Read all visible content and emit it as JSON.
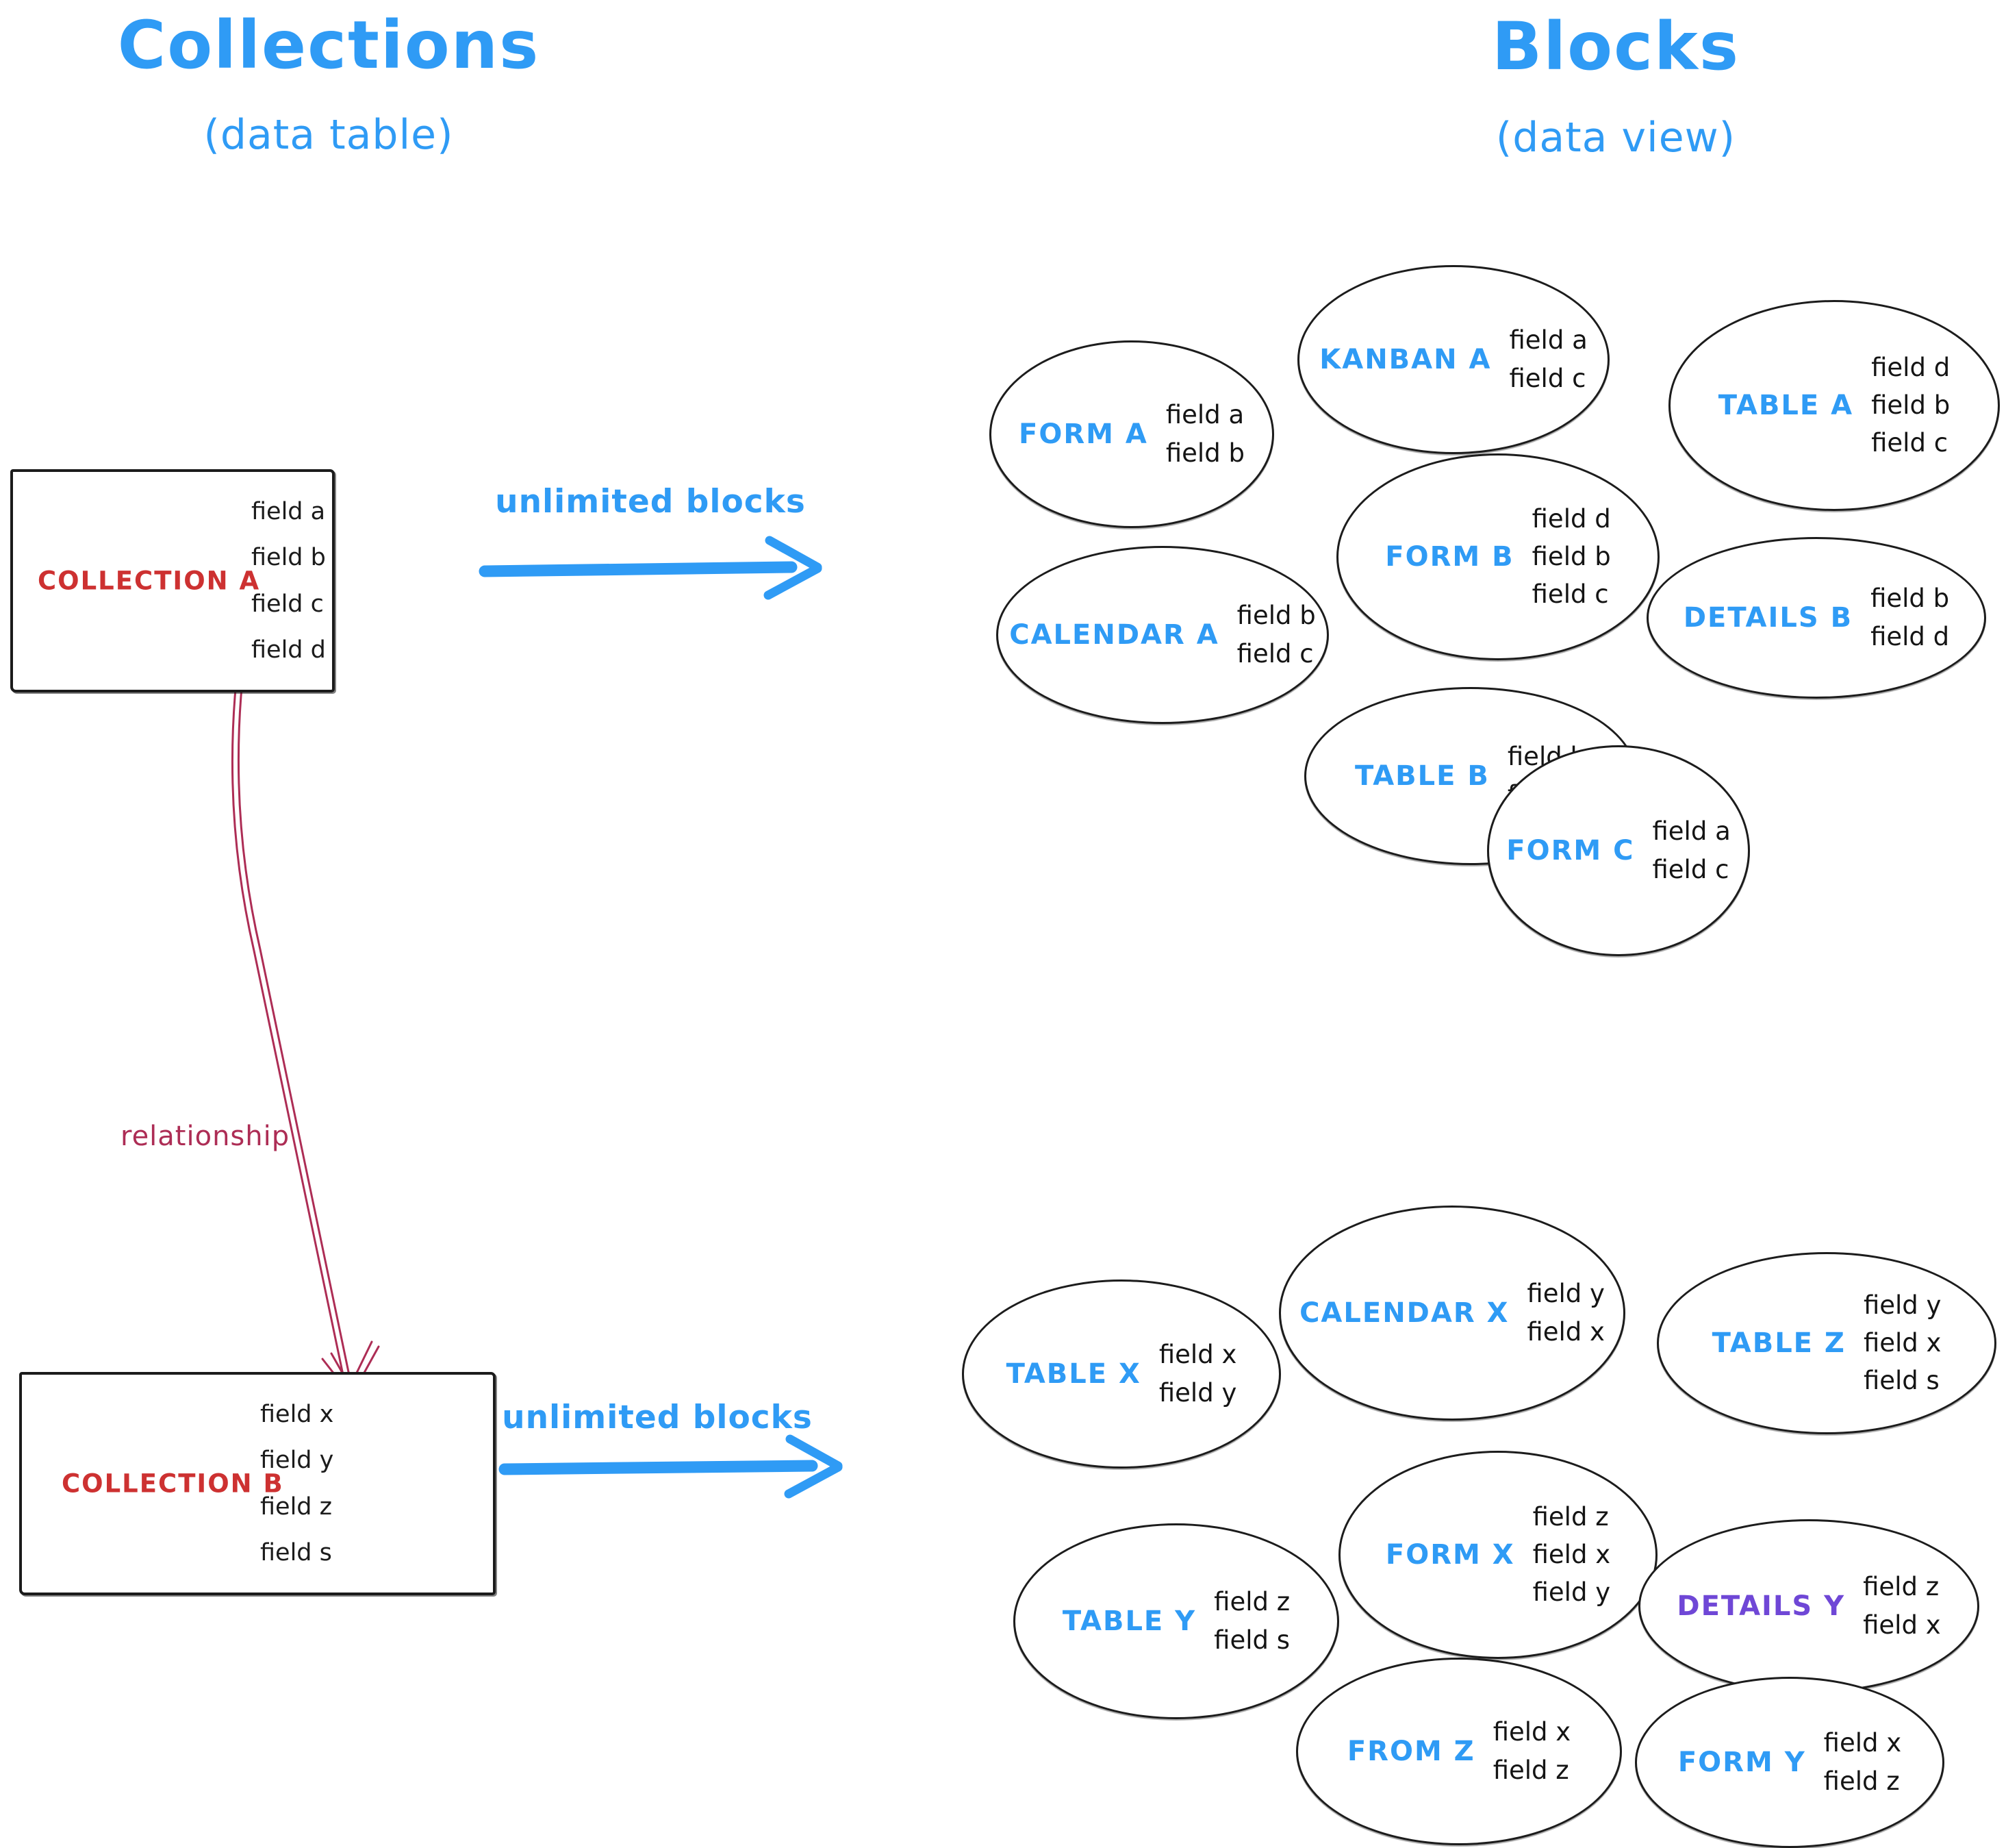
{
  "headers": {
    "left_title": "Collections",
    "left_subtitle": "(data table)",
    "right_title": "Blocks",
    "right_subtitle": "(data view)"
  },
  "collections": [
    {
      "name": "COLLECTION A",
      "fields": [
        "field a",
        "field b",
        "field c",
        "field d"
      ]
    },
    {
      "name": "COLLECTION B",
      "fields": [
        "field x",
        "field y",
        "field z",
        "field s"
      ]
    }
  ],
  "arrows": {
    "top_label": "unlimited blocks",
    "bottom_label": "unlimited blocks",
    "relationship_label": "relationship"
  },
  "blocks": [
    {
      "label": "FORM A",
      "fields": [
        "field a",
        "field b"
      ]
    },
    {
      "label": "KANBAN A",
      "fields": [
        "field a",
        "field c"
      ]
    },
    {
      "label": "TABLE A",
      "fields": [
        "field d",
        "field b",
        "field c"
      ]
    },
    {
      "label": "CALENDAR A",
      "fields": [
        "field b",
        "field c"
      ]
    },
    {
      "label": "FORM B",
      "fields": [
        "field d",
        "field b",
        "field c"
      ]
    },
    {
      "label": "DETAILS B",
      "fields": [
        "field b",
        "field d"
      ]
    },
    {
      "label": "TABLE B",
      "fields": [
        "field b",
        "field c"
      ]
    },
    {
      "label": "FORM C",
      "fields": [
        "field a",
        "field c"
      ]
    },
    {
      "label": "TABLE X",
      "fields": [
        "field x",
        "field y"
      ]
    },
    {
      "label": "CALENDAR X",
      "fields": [
        "field y",
        "field x"
      ]
    },
    {
      "label": "TABLE Z",
      "fields": [
        "field y",
        "field x",
        "field s"
      ]
    },
    {
      "label": "TABLE Y",
      "fields": [
        "field z",
        "field s"
      ]
    },
    {
      "label": "FORM X",
      "fields": [
        "field z",
        "field x",
        "field y"
      ]
    },
    {
      "label": "DETAILS Y",
      "fields": [
        "field z",
        "field x"
      ]
    },
    {
      "label": "FROM Z",
      "fields": [
        "field x",
        "field z"
      ]
    },
    {
      "label": "FORM Y",
      "fields": [
        "field x",
        "field z"
      ]
    }
  ],
  "colors": {
    "blue": "#2f9bf5",
    "red": "#cd3131",
    "relationship_crimson": "#ad2d55",
    "purple": "#6f47d6",
    "ink": "#1b1b1b",
    "background": "#ffffff"
  }
}
